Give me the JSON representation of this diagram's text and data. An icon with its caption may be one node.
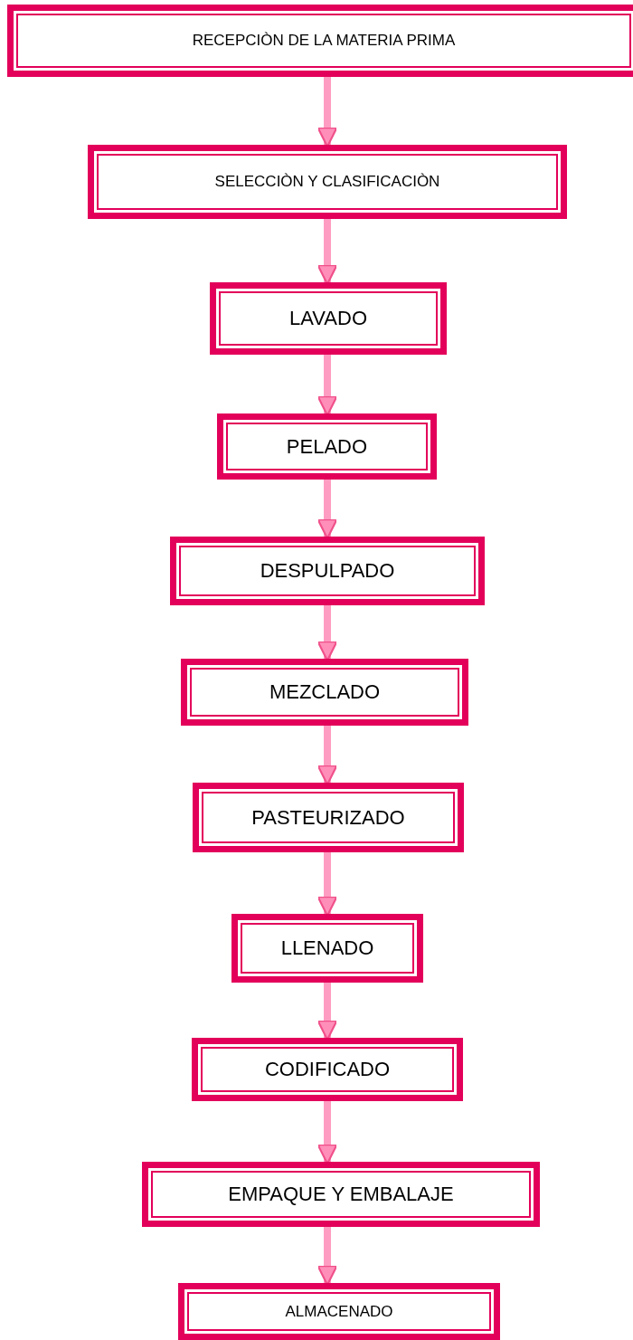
{
  "diagram": {
    "nodes": [
      {
        "text": [
          "RECEPCIÒN DE LA MATERIA PRIMA"
        ]
      },
      {
        "text": [
          "SELECCIÒN Y CLASIFICACIÒN"
        ]
      },
      {
        "text": [
          "LAVADO"
        ]
      },
      {
        "text": [
          "PELADO"
        ]
      },
      {
        "text": [
          "DESPULPADO"
        ]
      },
      {
        "text": [
          "MEZCLADO"
        ]
      },
      {
        "text": [
          "PASTEURIZADO"
        ]
      },
      {
        "text": [
          "LLENADO"
        ]
      },
      {
        "text": [
          "CODIFICADO"
        ]
      },
      {
        "text": [
          "EMPAQUE Y EMBALAJE"
        ]
      },
      {
        "text": [
          "ALMACENADO"
        ]
      }
    ],
    "edges": [
      {
        "from": 0,
        "to": 1,
        "arrow": "to"
      },
      {
        "from": 1,
        "to": 2,
        "arrow": "to"
      },
      {
        "from": 2,
        "to": 3,
        "arrow": "to"
      },
      {
        "from": 3,
        "to": 4,
        "arrow": "to"
      },
      {
        "from": 4,
        "to": 5,
        "arrow": "to"
      },
      {
        "from": 5,
        "to": 6,
        "arrow": "to"
      },
      {
        "from": 6,
        "to": 7,
        "arrow": "to"
      },
      {
        "from": 7,
        "to": 8,
        "arrow": "to"
      },
      {
        "from": 8,
        "to": 9,
        "arrow": "to"
      },
      {
        "from": 9,
        "to": 10,
        "arrow": "to"
      }
    ]
  }
}
